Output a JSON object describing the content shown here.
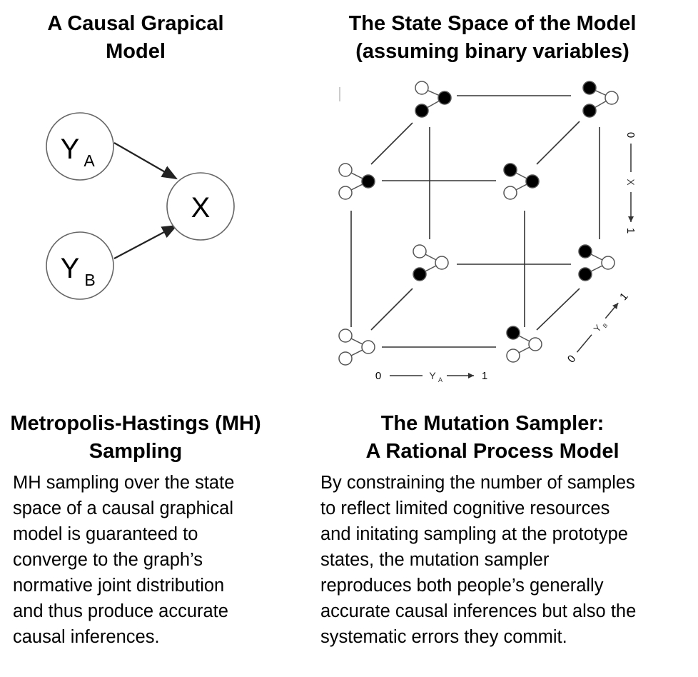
{
  "left_top": {
    "title_line1": "A Causal Grapical",
    "title_line2": "Model",
    "nodes": {
      "ya_main": "Y",
      "ya_sub": "A",
      "yb_main": "Y",
      "yb_sub": "B",
      "x": "X"
    }
  },
  "right_top": {
    "title_line1": "The State Space of the Model",
    "title_line2": "(assuming binary variables)",
    "axes": {
      "ya": {
        "zero": "0",
        "label_main": "Y",
        "label_sub": "A",
        "one": "1"
      },
      "x": {
        "zero": "0",
        "label": "X",
        "one": "1"
      },
      "yb": {
        "zero": "0",
        "label_main": "Y",
        "label_sub": "B",
        "one": "1"
      }
    }
  },
  "left_bottom": {
    "title_line1": "Metropolis-Hastings (MH)",
    "title_line2": "Sampling",
    "lines": [
      "MH sampling over the state",
      "space of a causal graphical",
      "model is guaranteed to",
      "converge to the graph’s",
      "normative joint distribution",
      "and thus produce accurate",
      "causal inferences."
    ]
  },
  "right_bottom": {
    "title_line1": "The Mutation Sampler:",
    "title_line2": "A Rational Process Model",
    "lines": [
      "By constraining the number of samples",
      "to reflect limited cognitive resources",
      "and initating sampling at the prototype",
      "states, the mutation sampler",
      "reproduces both people’s generally",
      "accurate causal inferences but also the",
      "systematic errors they commit."
    ]
  },
  "colors": {
    "text": "#000000",
    "node_stroke": "#555555",
    "edge": "#333333",
    "filled_state": "#000000",
    "empty_state": "#ffffff"
  }
}
